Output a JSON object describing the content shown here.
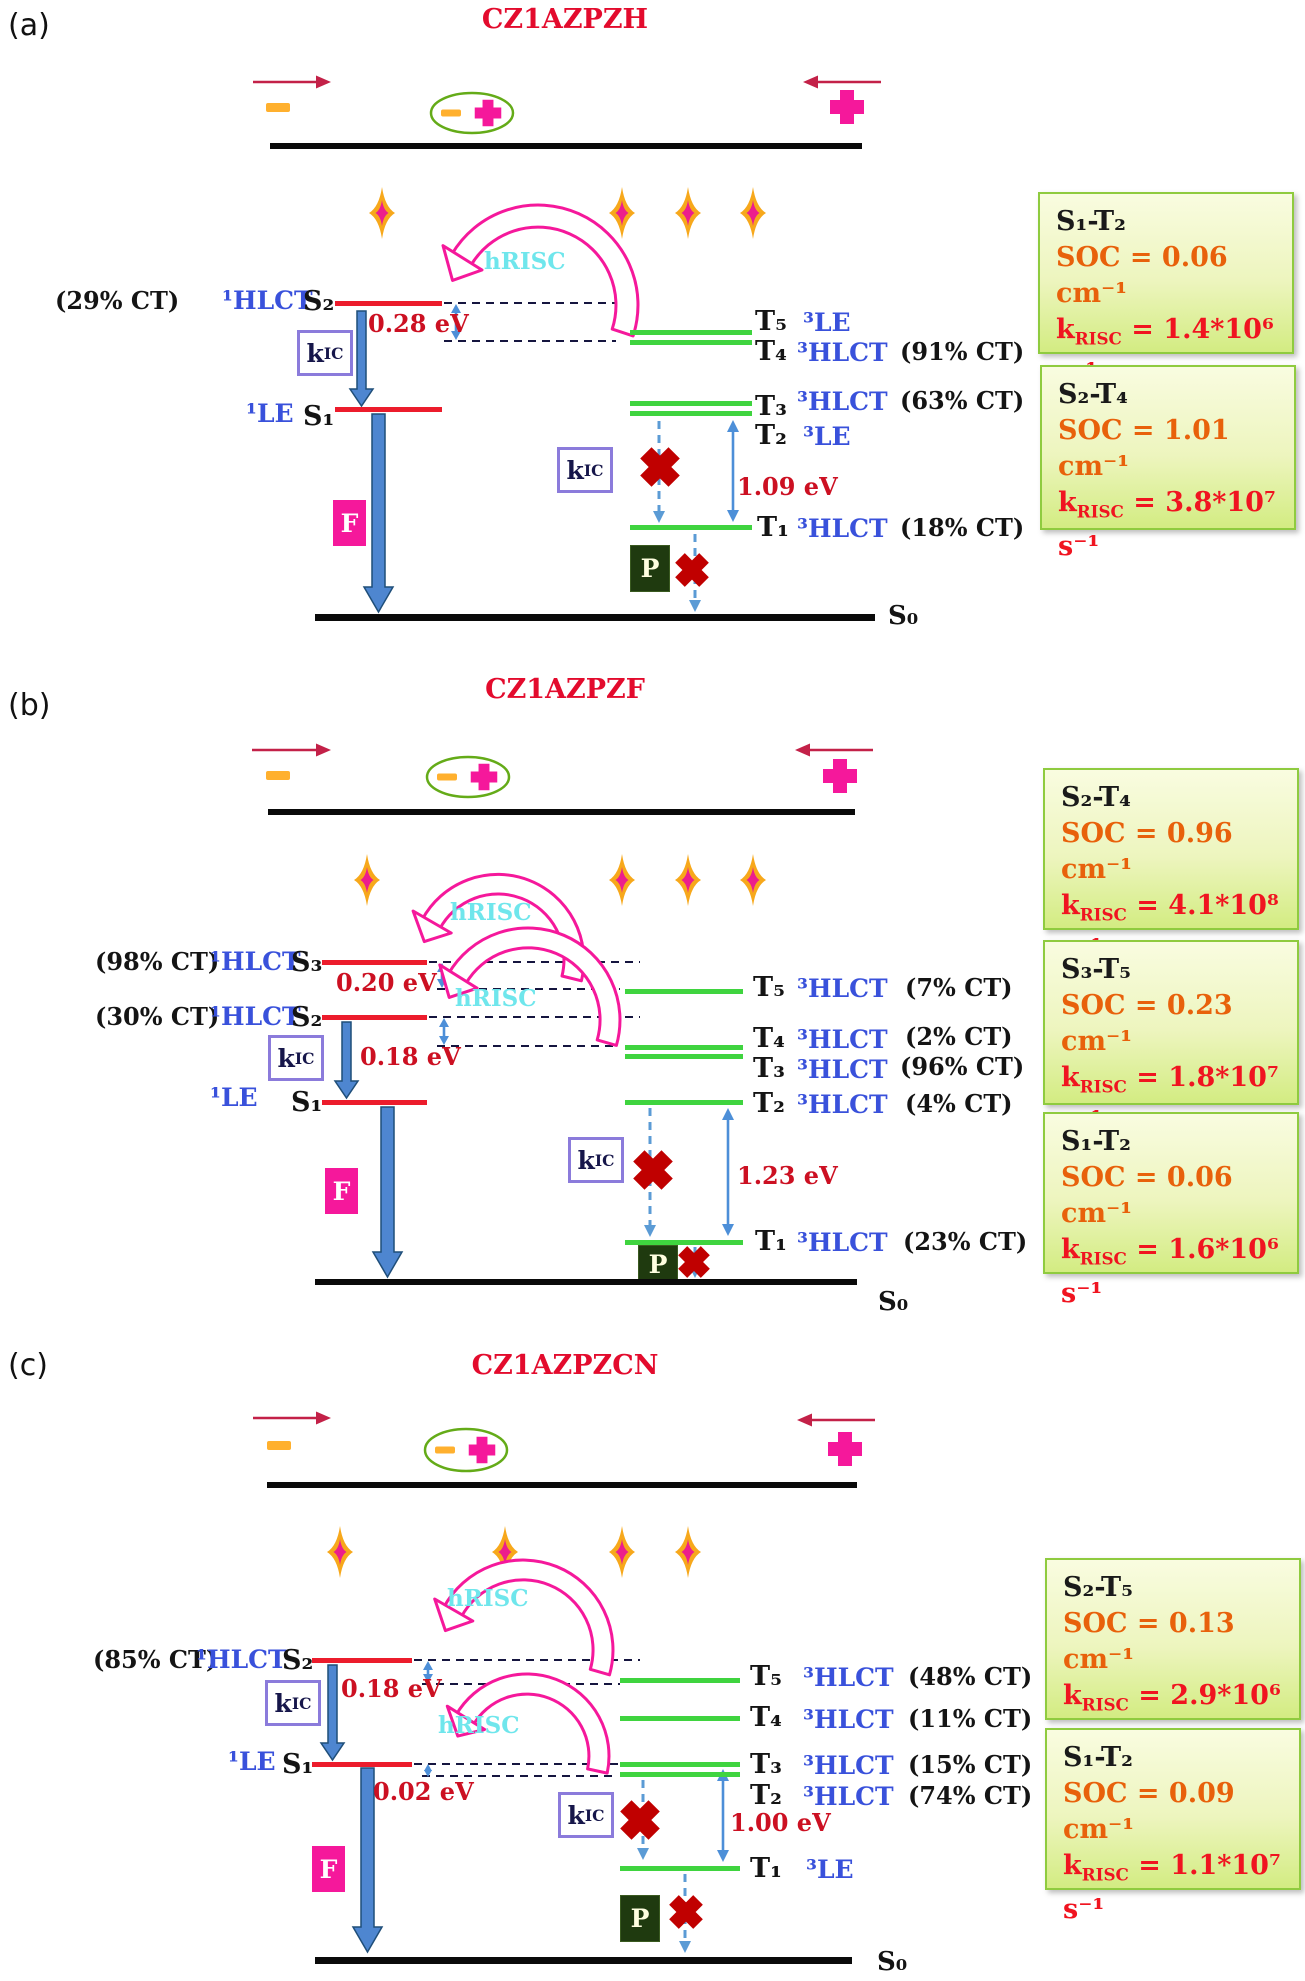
{
  "shared": {
    "kic_base": "k",
    "kic_sub": "IC",
    "krisc_base": "k",
    "krisc_sub": "RISC",
    "hrisc": "hRISC",
    "f_label": "F",
    "p_label": "P",
    "s0_label": "S₀"
  },
  "colors": {
    "title_red": "#E30B2D",
    "singlet_line": "#EC1C2C",
    "triplet_line": "#3FD43F",
    "arc_pink": "#F5189B",
    "soc_orange": "#E8610B",
    "krisc_red": "#F01420",
    "box_border_green": "#8FCB3F",
    "hrisc_cyan": "#6FE6EC",
    "state_blue": "#3951DB",
    "gap_label_red": "#CC1022"
  },
  "panels": {
    "a": {
      "letter": "(a)",
      "title": "CZ1AZPZH",
      "s2_pct": "(29% CT)",
      "s2_type": "¹HLCT",
      "s2": "S₂",
      "s1_type": "¹LE",
      "s1": "S₁",
      "gap_s": "0.28 eV",
      "gap_t": "1.09 eV",
      "t5": "T₅",
      "t5_type": "³LE",
      "t4": "T₄",
      "t4_type": "³HLCT",
      "t4_pct": "(91% CT)",
      "t3": "T₃",
      "t3_type": "³HLCT",
      "t3_pct": "(63% CT)",
      "t2": "T₂",
      "t2_type": "³LE",
      "t1": "T₁",
      "t1_type": "³HLCT",
      "t1_pct": "(18% CT)",
      "boxes": [
        {
          "pair": "S₁-T₂",
          "soc": "SOC = 0.06 cm⁻¹",
          "krisc_rest": " = 1.4*10⁶ s⁻¹"
        },
        {
          "pair": "S₂-T₄",
          "soc": "SOC = 1.01 cm⁻¹",
          "krisc_rest": " = 3.8*10⁷ s⁻¹"
        }
      ]
    },
    "b": {
      "letter": "(b)",
      "title": "CZ1AZPZF",
      "s3_pct": "(98% CT)",
      "s3_type": "¹HLCT",
      "s3": "S₃",
      "s2_pct": "(30% CT)",
      "s2_type": "¹HLCT",
      "s2": "S₂",
      "s1_type": "¹LE",
      "s1": "S₁",
      "gap_s1": "0.20 eV",
      "gap_s2": "0.18 eV",
      "gap_t": "1.23 eV",
      "t5": "T₅",
      "t5_type": "³HLCT",
      "t5_pct": "(7% CT)",
      "t4": "T₄",
      "t4_type": "³HLCT",
      "t4_pct": "(2% CT)",
      "t3": "T₃",
      "t3_type": "³HLCT",
      "t3_pct": "(96% CT)",
      "t2": "T₂",
      "t2_type": "³HLCT",
      "t2_pct": "(4% CT)",
      "t1": "T₁",
      "t1_type": "³HLCT",
      "t1_pct": "(23% CT)",
      "boxes": [
        {
          "pair": "S₂-T₄",
          "soc": "SOC = 0.96 cm⁻¹",
          "krisc_rest": " = 4.1*10⁸ s⁻¹"
        },
        {
          "pair": "S₃-T₅",
          "soc": "SOC = 0.23 cm⁻¹",
          "krisc_rest": " = 1.8*10⁷ s⁻¹"
        },
        {
          "pair": "S₁-T₂",
          "soc": "SOC = 0.06 cm⁻¹",
          "krisc_rest": " = 1.6*10⁶ s⁻¹"
        }
      ]
    },
    "c": {
      "letter": "(c)",
      "title": "CZ1AZPZCN",
      "s2_pct": "(85% CT)",
      "s2_type": "¹HLCT",
      "s2": "S₂",
      "s1_type": "¹LE",
      "s1": "S₁",
      "gap_s1": "0.18 eV",
      "gap_s2": "0.02 eV",
      "gap_t": "1.00 eV",
      "t5": "T₅",
      "t5_type": "³HLCT",
      "t5_pct": "(48% CT)",
      "t4": "T₄",
      "t4_type": "³HLCT",
      "t4_pct": "(11% CT)",
      "t3": "T₃",
      "t3_type": "³HLCT",
      "t3_pct": "(15% CT)",
      "t2": "T₂",
      "t2_type": "³HLCT",
      "t2_pct": "(74% CT)",
      "t1": "T₁",
      "t1_type": "³LE",
      "boxes": [
        {
          "pair": "S₂-T₅",
          "soc": "SOC = 0.13 cm⁻¹",
          "krisc_rest": " = 2.9*10⁶ s⁻¹"
        },
        {
          "pair": "S₁-T₂",
          "soc": "SOC = 0.09 cm⁻¹",
          "krisc_rest": " = 1.1*10⁷ s⁻¹"
        }
      ]
    }
  }
}
